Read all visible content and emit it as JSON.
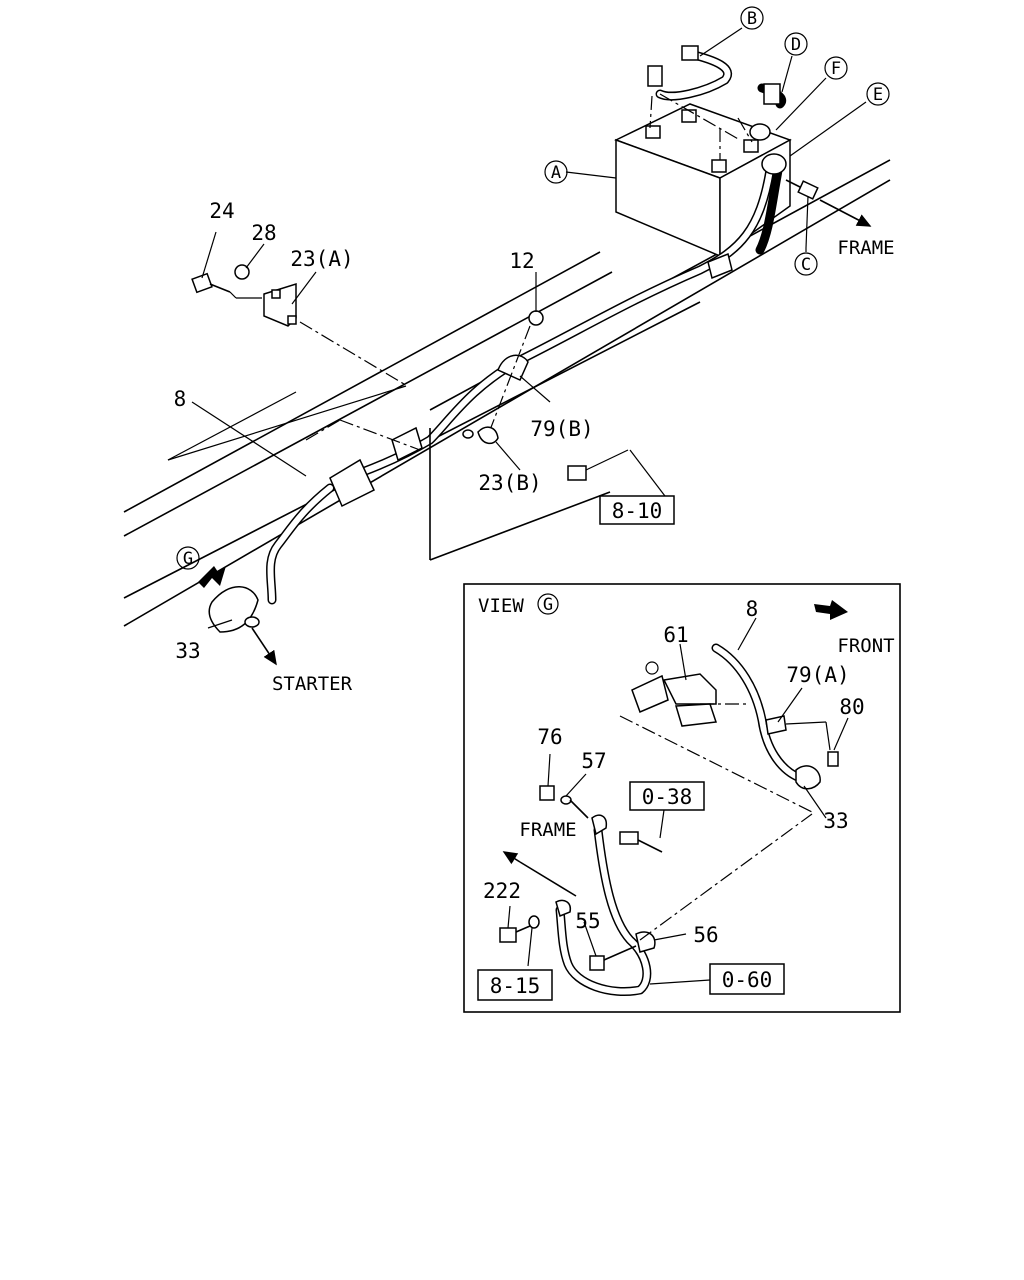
{
  "callouts": {
    "A": "A",
    "B": "B",
    "C": "C",
    "D": "D",
    "E": "E",
    "F": "F",
    "G": "G"
  },
  "labels": {
    "p24": "24",
    "p28": "28",
    "p23a": "23(A)",
    "p12": "12",
    "p8": "8",
    "p79b": "79(B)",
    "p23b": "23(B)",
    "p33": "33",
    "frame": "FRAME",
    "starter": "STARTER"
  },
  "ref_boxes": {
    "ref_8_10": "8-10",
    "ref_0_38": "0-38",
    "ref_8_15": "8-15",
    "ref_0_60": "0-60"
  },
  "view_g": {
    "title_prefix": "VIEW",
    "title_circle": "G",
    "front": "FRONT",
    "frame": "FRAME",
    "p8": "8",
    "p61": "61",
    "p79a": "79(A)",
    "p80": "80",
    "p76": "76",
    "p57": "57",
    "p33": "33",
    "p222": "222",
    "p55": "55",
    "p56": "56"
  }
}
